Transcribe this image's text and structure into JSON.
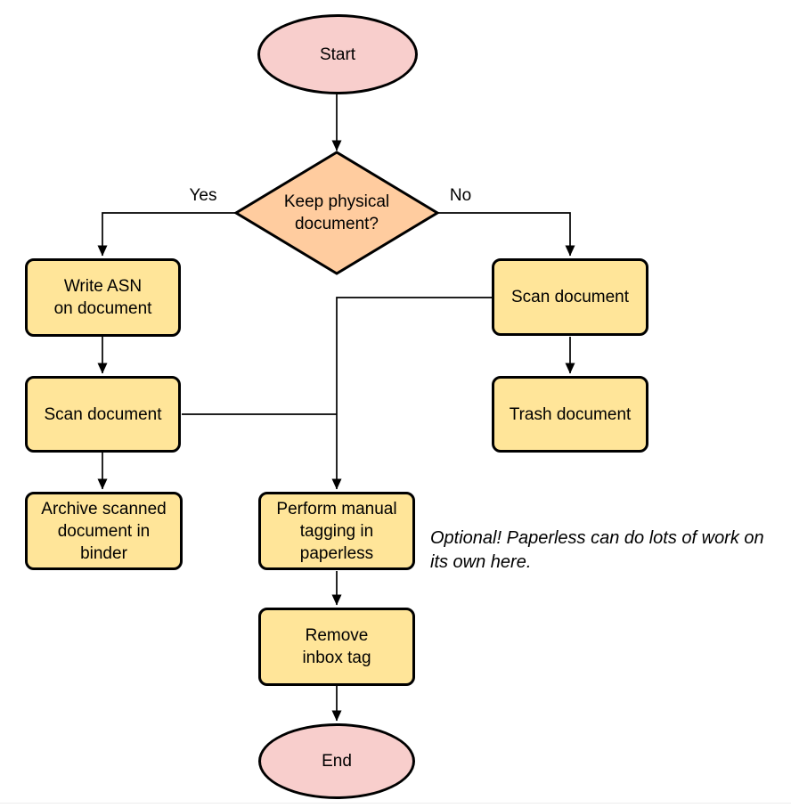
{
  "diagram": {
    "type": "flowchart",
    "nodes": {
      "start": {
        "label": "Start",
        "shape": "ellipse"
      },
      "decision": {
        "label": "Keep physical\ndocument?",
        "shape": "diamond"
      },
      "write_asn": {
        "label": "Write ASN\non document",
        "shape": "rounded-rect"
      },
      "scan_left": {
        "label": "Scan document",
        "shape": "rounded-rect"
      },
      "archive": {
        "label": "Archive scanned\ndocument in\nbinder",
        "shape": "rounded-rect"
      },
      "scan_right": {
        "label": "Scan document",
        "shape": "rounded-rect"
      },
      "trash": {
        "label": "Trash document",
        "shape": "rounded-rect"
      },
      "perform": {
        "label": "Perform manual\ntagging in\npaperless",
        "shape": "rounded-rect"
      },
      "remove": {
        "label": "Remove\ninbox tag",
        "shape": "rounded-rect"
      },
      "end": {
        "label": "End",
        "shape": "ellipse"
      }
    },
    "branch_labels": {
      "yes": "Yes",
      "no": "No"
    },
    "edges": [
      {
        "from": "start",
        "to": "decision"
      },
      {
        "from": "decision",
        "to": "write_asn",
        "label": "Yes"
      },
      {
        "from": "decision",
        "to": "scan_right",
        "label": "No"
      },
      {
        "from": "write_asn",
        "to": "scan_left"
      },
      {
        "from": "scan_left",
        "to": "archive"
      },
      {
        "from": "scan_left",
        "to": "perform"
      },
      {
        "from": "scan_right",
        "to": "trash"
      },
      {
        "from": "scan_right",
        "to": "perform"
      },
      {
        "from": "perform",
        "to": "remove"
      },
      {
        "from": "remove",
        "to": "end"
      }
    ],
    "annotation": "Optional! Paperless can do lots of work on\nits own here.",
    "colors": {
      "terminator_fill": "#f8cecc",
      "decision_fill": "#ffcc9f",
      "process_fill": "#ffe599",
      "stroke": "#000000",
      "background": "#ffffff"
    }
  }
}
